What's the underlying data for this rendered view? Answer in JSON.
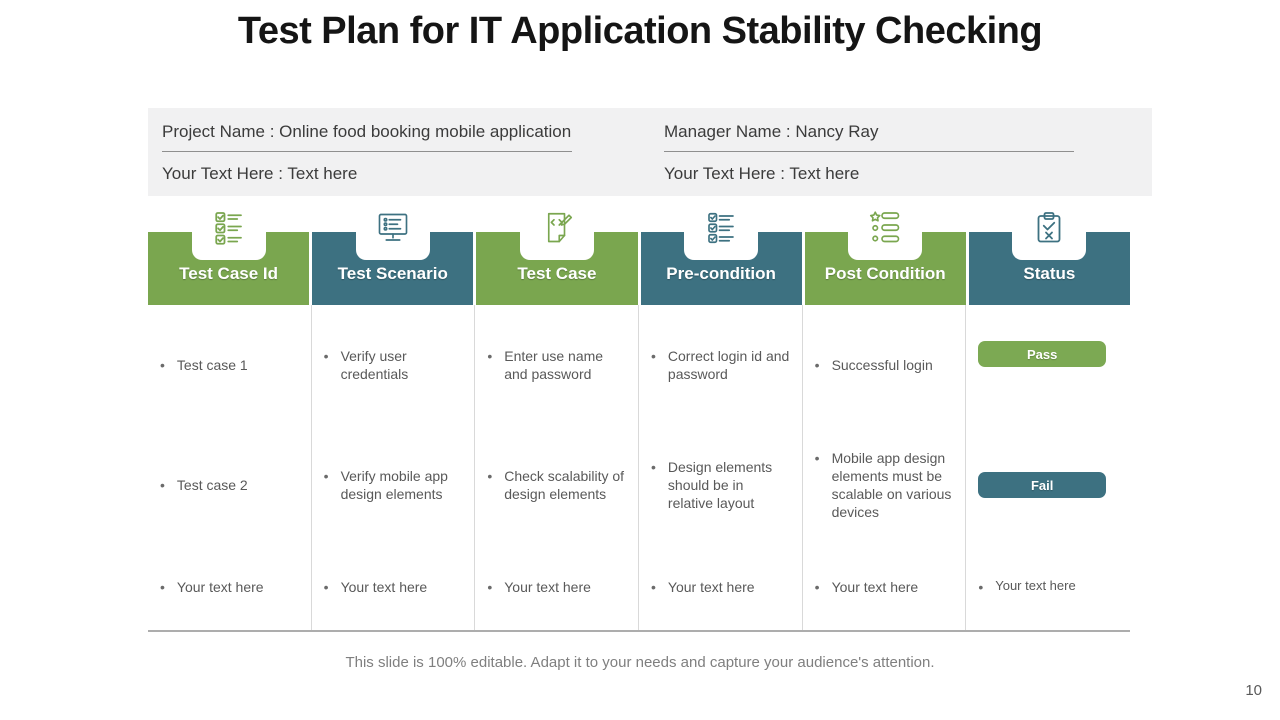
{
  "slide": {
    "title": "Test Plan for IT Application Stability Checking",
    "footer_note": "This slide is 100% editable. Adapt it to your needs and capture your audience's attention.",
    "page_number": "10"
  },
  "info_panel": {
    "project_line": "Project Name : Online food booking mobile application",
    "project_placeholder": "Your Text Here : Text here",
    "manager_line": "Manager Name : Nancy Ray",
    "manager_placeholder": "Your Text Here : Text here"
  },
  "table": {
    "columns": [
      {
        "label": "Test Case Id",
        "icon": "checklist-icon",
        "color": "#7AA64F"
      },
      {
        "label": "Test Scenario",
        "icon": "monitor-checklist-icon",
        "color": "#3D7181"
      },
      {
        "label": "Test Case",
        "icon": "document-edit-icon",
        "color": "#7AA64F"
      },
      {
        "label": "Pre-condition",
        "icon": "checkbox-list-icon",
        "color": "#3D7181"
      },
      {
        "label": "Post Condition",
        "icon": "star-bullet-list-icon",
        "color": "#7AA64F"
      },
      {
        "label": "Status",
        "icon": "clipboard-check-icon",
        "color": "#3D7181"
      }
    ],
    "rows": [
      {
        "cells": [
          "Test case 1",
          "Verify user credentials",
          "Enter use name and password",
          "Correct login id and password",
          "Successful login"
        ],
        "status": {
          "type": "badge",
          "label": "Pass",
          "color": "#7CA953"
        }
      },
      {
        "cells": [
          "Test case 2",
          "Verify mobile app design elements",
          "Check scalability of design elements",
          "Design elements should be in relative layout",
          "Mobile app design elements must be scalable on various devices"
        ],
        "status": {
          "type": "badge",
          "label": "Fail",
          "color": "#3D7181"
        }
      },
      {
        "cells": [
          "Your text here",
          "Your text here",
          "Your text here",
          "Your text here",
          "Your text here"
        ],
        "status": {
          "type": "text",
          "label": "Your text here"
        }
      }
    ]
  },
  "colors": {
    "green": "#7AA64F",
    "teal": "#3D7181",
    "info_panel_bg": "#F1F1F2",
    "body_text": "#595959",
    "divider": "#D9D9D9",
    "footer_text": "#7F7F7F"
  }
}
